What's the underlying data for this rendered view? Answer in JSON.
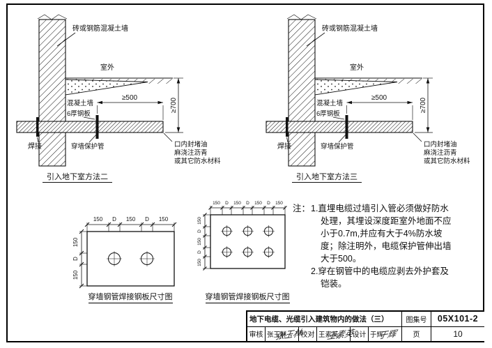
{
  "details": {
    "left": {
      "caption": "引入地下室方法二",
      "wall_label": "砖或钢筋混凝土墙",
      "outdoor_label": "室外",
      "concrete_label": "混凝土墙",
      "dim_width": "≥500",
      "dim_depth": "≥700",
      "steel_plate_label": "6厚钢板",
      "weld_label": "焊接",
      "pipe_label": "穿墙保护管",
      "seal_lines": [
        "口内封堵油",
        "麻浇注沥青",
        "或其它防水材料"
      ]
    },
    "right": {
      "caption": "引入地下室方法三",
      "wall_label": "砖或钢筋混凝土墙",
      "outdoor_label": "室外",
      "concrete_label": "混凝土墙",
      "dim_width": "≥500",
      "dim_depth": "≥700",
      "steel_plate_label": "6厚钢板",
      "weld_label": "焊接",
      "pipe_label": "穿墙保护管",
      "seal_lines": [
        "口内封堵油",
        "麻浇注沥青",
        "或其它防水材料"
      ]
    }
  },
  "plates": {
    "plate1": {
      "caption": "穿墙钢管焊接钢板尺寸图",
      "top_dims": [
        "150",
        "D",
        "150",
        "D",
        "150"
      ],
      "side_dims": [
        "150",
        "D",
        "150"
      ]
    },
    "plate2": {
      "caption": "穿墙钢管焊接钢板尺寸图",
      "top_dims": [
        "150",
        "D",
        "150",
        "D",
        "150",
        "D",
        "150"
      ],
      "side_dims": [
        "150",
        "D",
        "150",
        "D",
        "150"
      ]
    }
  },
  "notes": {
    "label": "注：",
    "lines": [
      "1.直埋电缆过墙引入管必须做好防水",
      "处理，其埋设深度距室外地面不应",
      "小于0.7m,并应有大于4%防水坡",
      "度；除注明外，电缆保护管伸出墙",
      "大于500。",
      "2.穿在钢管中的电缆应剥去外护套及",
      "铠装。"
    ]
  },
  "title_block": {
    "title": "地下电缆、光缆引入建筑物内的做法（三）",
    "atlas_label": "图集号",
    "atlas_no": "05X101-2",
    "page_label": "页",
    "page_no": "10",
    "roles": [
      {
        "label": "审核",
        "name": "张玉林",
        "signature": "张玉林"
      },
      {
        "label": "校对",
        "name": "王素英",
        "signature": "王素英"
      },
      {
        "label": "设计",
        "name": "于辉",
        "signature": "于辉"
      }
    ]
  }
}
